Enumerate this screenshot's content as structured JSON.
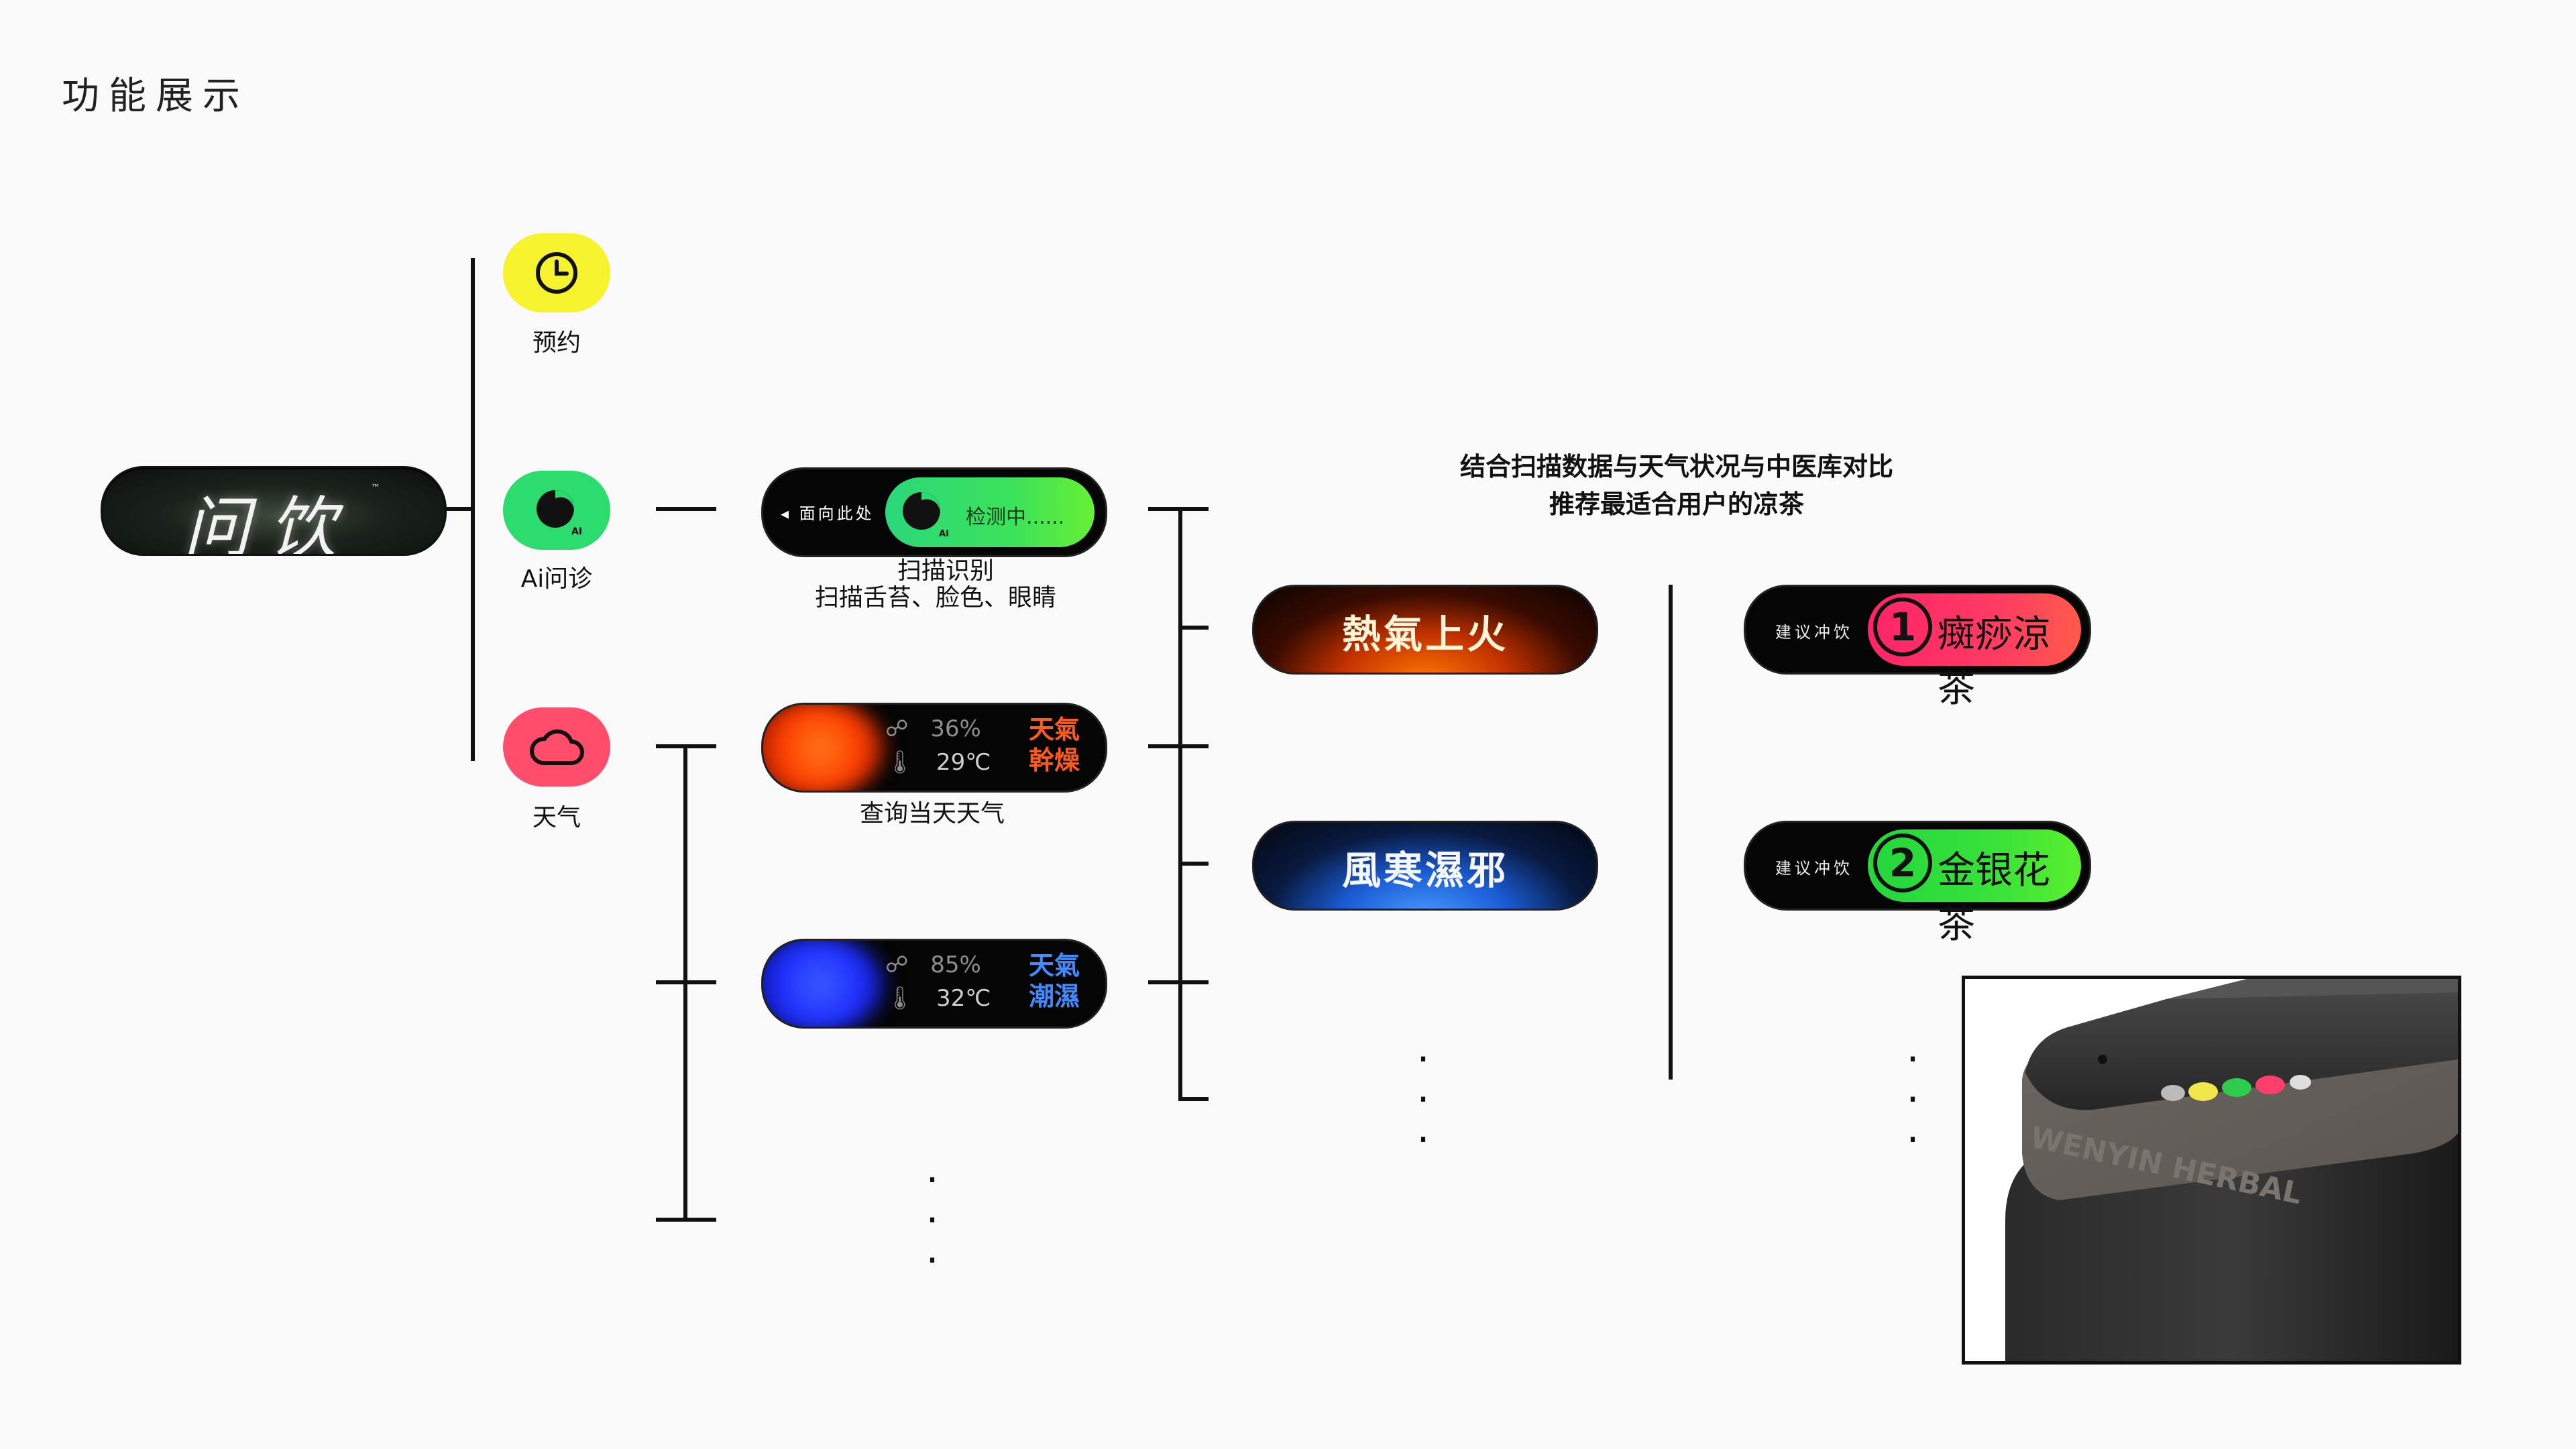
{
  "page_title": "功能展示",
  "brand": {
    "name": "问饮",
    "tm": "™"
  },
  "features": [
    {
      "label": "预约",
      "icon": "clock-icon",
      "color": "#f6f22e"
    },
    {
      "label": "Ai问诊",
      "icon": "ai-scan-icon",
      "color": "#2ddc6e"
    },
    {
      "label": "天气",
      "icon": "cloud-icon",
      "color": "#ff4d6b"
    }
  ],
  "scan": {
    "prompt": "面向此处",
    "status": "检测中......",
    "caption_title": "扫描识别",
    "caption_detail": "扫描舌苔、脸色、眼睛"
  },
  "weather_cards": [
    {
      "humidity": "36%",
      "temperature": "29℃",
      "tag_line1": "天氣",
      "tag_line2": "幹燥",
      "accent": "#ff5a1e"
    },
    {
      "humidity": "85%",
      "temperature": "32℃",
      "tag_line1": "天氣",
      "tag_line2": "潮濕",
      "accent": "#2e54ff"
    }
  ],
  "weather_caption": "查询当天天气",
  "diagnoses": [
    {
      "label": "熱氣上火",
      "color": "#ff6a00"
    },
    {
      "label": "風寒濕邪",
      "color": "#2a79ff"
    }
  ],
  "headline": {
    "line1": "结合扫描数据与天气状况与中医库对比",
    "line2": "推荐最适合用户的凉茶"
  },
  "recommendations": [
    {
      "prompt": "建议冲饮",
      "number": "1",
      "tea": "癍痧涼茶",
      "color": "#ff2a6e"
    },
    {
      "prompt": "建议冲饮",
      "number": "2",
      "tea": "金银花茶",
      "color": "#2fdc3a"
    }
  ],
  "product": {
    "brand_engraving": "WENYIN HERBAL"
  }
}
